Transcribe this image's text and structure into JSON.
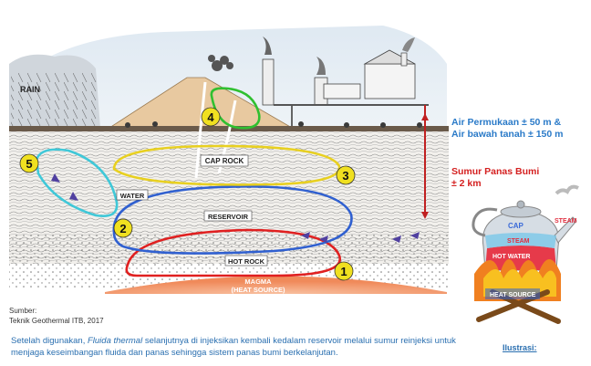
{
  "diagram": {
    "labels": {
      "rain": "RAIN",
      "cap_rock": "CAP ROCK",
      "water": "WATER",
      "reservoir": "RESERVOIR",
      "hot_rock": "HOT ROCK",
      "magma": "MAGMA",
      "heat_source": "(HEAT SOURCE)"
    },
    "markers": [
      "1",
      "2",
      "3",
      "4",
      "5"
    ],
    "marker_colors": {
      "1": "#e02020",
      "2": "#3060d0",
      "3": "#e8d020",
      "4": "#30c030",
      "5": "#40c8d8"
    }
  },
  "side_notes": {
    "surface_water_1": "Air Permukaan ± 50 m &",
    "surface_water_2": "Air bawah tanah  ± 150 m",
    "well_1": "Sumur Panas Bumi",
    "well_2": "± 2 km"
  },
  "illustration": {
    "cap": "CAP",
    "steam_inside": "STEAM",
    "steam_out": "STEAM",
    "hot_water": "HOT WATER",
    "heat_source": "HEAT SOURCE",
    "label": "Ilustrasi:"
  },
  "source": {
    "line1": "Sumber:",
    "line2": "Teknik Geothermal ITB, 2017"
  },
  "caption": {
    "before": "Setelah digunakan, ",
    "italic": "Fluida thermal",
    "after": " selanjutnya di injeksikan kembali kedalam reservoir melalui sumur reinjeksi untuk menjaga keseimbangan fluida dan panas sehingga sistem panas bumi berkelanjutan."
  },
  "colors": {
    "ring_red": "#e02020",
    "ring_blue": "#3060d0",
    "ring_yellow": "#e8d020",
    "ring_green": "#30c030",
    "ring_cyan": "#40c8d8",
    "magma": "#f08a5a",
    "note_blue": "#2a7ac8",
    "note_red": "#d42020"
  }
}
